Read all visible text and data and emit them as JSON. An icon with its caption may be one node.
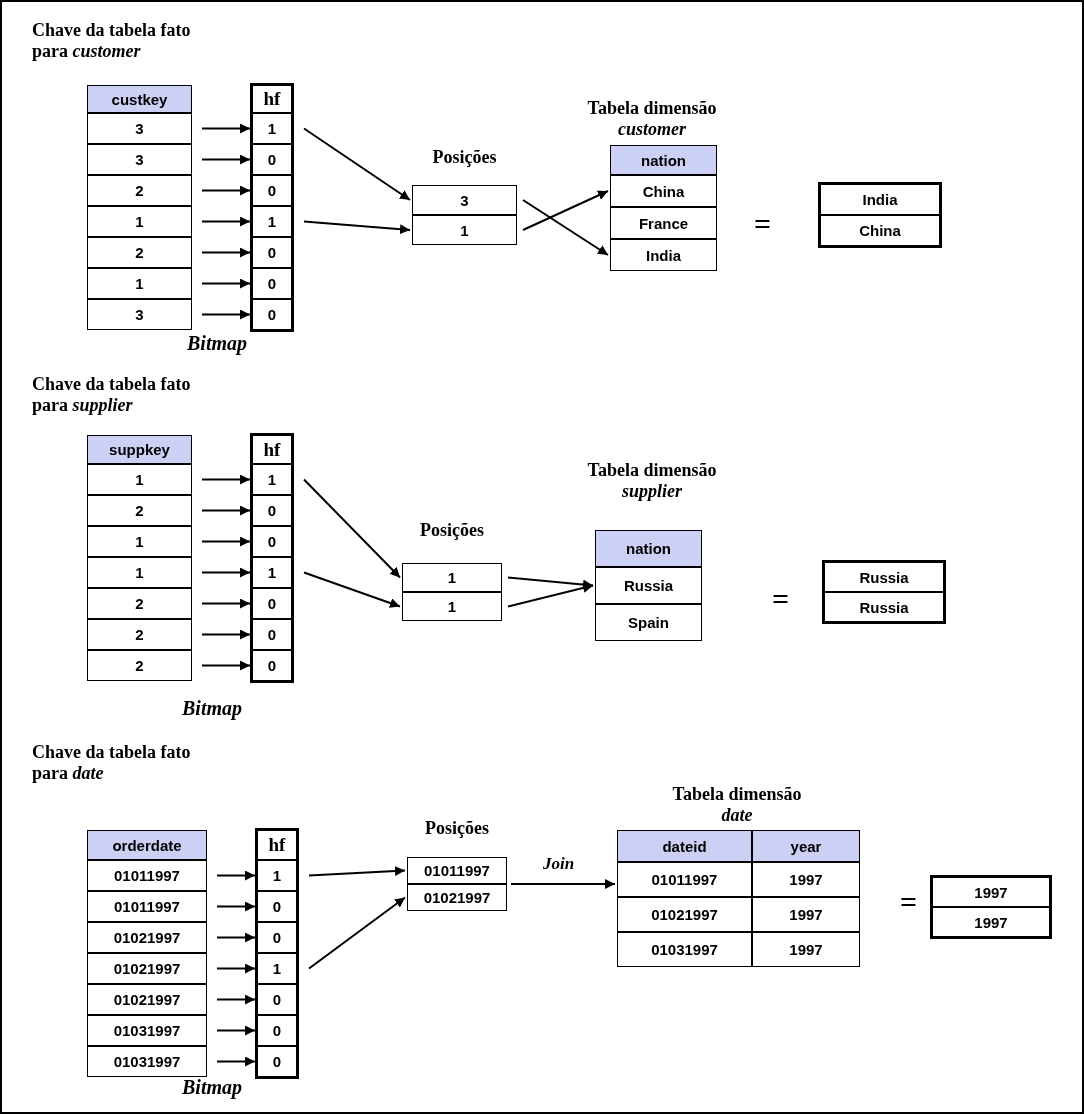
{
  "diagram": {
    "nodes": [
      {
        "text": [
          "Chave da tabela fato para *customer*"
        ]
      },
      {
        "text": [
          "custkey"
        ],
        "in": 0
      },
      {
        "text": [
          "3"
        ],
        "in": 0
      },
      {
        "text": [
          "3"
        ],
        "in": 0
      },
      {
        "text": [
          "2"
        ],
        "in": 0
      },
      {
        "text": [
          "1"
        ],
        "in": 0
      },
      {
        "text": [
          "2"
        ],
        "in": 0
      },
      {
        "text": [
          "1"
        ],
        "in": 0
      },
      {
        "text": [
          "3"
        ],
        "in": 0
      },
      {
        "text": [],
        "shape": "box"
      },
      {
        "text": [
          "hf"
        ],
        "in": 9
      },
      {
        "text": [
          "1"
        ],
        "in": 9
      },
      {
        "text": [
          "0"
        ],
        "in": 9
      },
      {
        "text": [
          "0"
        ],
        "in": 9
      },
      {
        "text": [
          "1"
        ],
        "in": 9
      },
      {
        "text": [
          "0"
        ],
        "in": 9
      },
      {
        "text": [
          "0"
        ],
        "in": 9
      },
      {
        "text": [
          "0"
        ],
        "in": 9
      },
      {
        "text": [
          "Posições"
        ]
      },
      {
        "text": [
          "3"
        ],
        "in": 18
      },
      {
        "text": [
          "1"
        ],
        "in": 18
      },
      {
        "text": [
          "Tabela dimensão *customer*"
        ]
      },
      {
        "text": [
          "nation"
        ],
        "in": 21
      },
      {
        "text": [
          "China"
        ],
        "in": 21
      },
      {
        "text": [
          "France"
        ],
        "in": 21
      },
      {
        "text": [
          "India"
        ],
        "in": 21
      },
      {
        "text": [],
        "shape": "box"
      },
      {
        "text": [
          "India"
        ],
        "in": 26
      },
      {
        "text": [
          "China"
        ],
        "in": 26
      },
      {
        "text": [
          "Chave da tabela fato para *supplier*"
        ]
      },
      {
        "text": [
          "suppkey"
        ],
        "in": 29
      },
      {
        "text": [
          "1"
        ],
        "in": 29
      },
      {
        "text": [
          "2"
        ],
        "in": 29
      },
      {
        "text": [
          "1"
        ],
        "in": 29
      },
      {
        "text": [
          "1"
        ],
        "in": 29
      },
      {
        "text": [
          "2"
        ],
        "in": 29
      },
      {
        "text": [
          "2"
        ],
        "in": 29
      },
      {
        "text": [
          "2"
        ],
        "in": 29
      },
      {
        "text": [],
        "shape": "box"
      },
      {
        "text": [
          "hf"
        ],
        "in": 38
      },
      {
        "text": [
          "1"
        ],
        "in": 38
      },
      {
        "text": [
          "0"
        ],
        "in": 38
      },
      {
        "text": [
          "0"
        ],
        "in": 38
      },
      {
        "text": [
          "1"
        ],
        "in": 38
      },
      {
        "text": [
          "0"
        ],
        "in": 38
      },
      {
        "text": [
          "0"
        ],
        "in": 38
      },
      {
        "text": [
          "0"
        ],
        "in": 38
      },
      {
        "text": [
          "Posições"
        ]
      },
      {
        "text": [
          "1"
        ],
        "in": 47
      },
      {
        "text": [
          "1"
        ],
        "in": 47
      },
      {
        "text": [
          "Tabela dimensão *supplier*"
        ]
      },
      {
        "text": [
          "nation"
        ],
        "in": 50
      },
      {
        "text": [
          "Russia"
        ],
        "in": 50
      },
      {
        "text": [
          "Spain"
        ],
        "in": 50
      },
      {
        "text": [],
        "shape": "box"
      },
      {
        "text": [
          "Russia"
        ],
        "in": 54
      },
      {
        "text": [
          "Russia"
        ],
        "in": 54
      },
      {
        "text": [
          "Chave da tabela fato para *date*"
        ]
      },
      {
        "text": [
          "orderdate"
        ],
        "in": 57
      },
      {
        "text": [
          "01011997"
        ],
        "in": 57
      },
      {
        "text": [
          "01011997"
        ],
        "in": 57
      },
      {
        "text": [
          "01021997"
        ],
        "in": 57
      },
      {
        "text": [
          "01021997"
        ],
        "in": 57
      },
      {
        "text": [
          "01021997"
        ],
        "in": 57
      },
      {
        "text": [
          "01031997"
        ],
        "in": 57
      },
      {
        "text": [
          "01031997"
        ],
        "in": 57
      },
      {
        "text": [],
        "shape": "box"
      },
      {
        "text": [
          "hf"
        ],
        "in": 66
      },
      {
        "text": [
          "1"
        ],
        "in": 66
      },
      {
        "text": [
          "0"
        ],
        "in": 66
      },
      {
        "text": [
          "0"
        ],
        "in": 66
      },
      {
        "text": [
          "1"
        ],
        "in": 66
      },
      {
        "text": [
          "0"
        ],
        "in": 66
      },
      {
        "text": [
          "0"
        ],
        "in": 66
      },
      {
        "text": [
          "0"
        ],
        "in": 66
      },
      {
        "text": [
          "Posições"
        ]
      },
      {
        "text": [
          "01011997"
        ],
        "in": 75
      },
      {
        "text": [
          "01021997"
        ],
        "in": 75
      },
      {
        "text": [
          "Tabela dimensão *date*"
        ]
      },
      {
        "text": [
          "dateid"
        ],
        "in": 78
      },
      {
        "text": [
          "year"
        ],
        "in": 78
      },
      {
        "text": [
          "01011997"
        ],
        "in": 78
      },
      {
        "text": [
          "1997"
        ],
        "in": 78
      },
      {
        "text": [
          "01021997"
        ],
        "in": 78
      },
      {
        "text": [
          "1997"
        ],
        "in": 78
      },
      {
        "text": [
          "01031997"
        ],
        "in": 78
      },
      {
        "text": [
          "1997"
        ],
        "in": 78
      },
      {
        "text": [],
        "shape": "box"
      },
      {
        "text": [
          "1997"
        ],
        "in": 87
      },
      {
        "text": [
          "1997"
        ],
        "in": 87
      }
    ],
    "edges": [
      {
        "from": 2,
        "to": 11,
        "arrow": "to"
      },
      {
        "from": 3,
        "to": 12,
        "arrow": "to"
      },
      {
        "from": 4,
        "to": 13,
        "arrow": "to"
      },
      {
        "from": 5,
        "to": 14,
        "arrow": "to"
      },
      {
        "from": 6,
        "to": 15,
        "arrow": "to"
      },
      {
        "from": 7,
        "to": 16,
        "arrow": "to"
      },
      {
        "from": 8,
        "to": 17,
        "arrow": "to"
      },
      {
        "from": 11,
        "to": 19,
        "arrow": "to"
      },
      {
        "from": 14,
        "to": 20,
        "arrow": "to"
      },
      {
        "from": 19,
        "to": 25,
        "arrow": "to"
      },
      {
        "from": 20,
        "to": 23,
        "arrow": "to"
      },
      {
        "from": 31,
        "to": 40,
        "arrow": "to"
      },
      {
        "from": 32,
        "to": 41,
        "arrow": "to"
      },
      {
        "from": 33,
        "to": 42,
        "arrow": "to"
      },
      {
        "from": 34,
        "to": 43,
        "arrow": "to"
      },
      {
        "from": 35,
        "to": 44,
        "arrow": "to"
      },
      {
        "from": 36,
        "to": 45,
        "arrow": "to"
      },
      {
        "from": 37,
        "to": 46,
        "arrow": "to"
      },
      {
        "from": 40,
        "to": 48,
        "arrow": "to"
      },
      {
        "from": 43,
        "to": 49,
        "arrow": "to"
      },
      {
        "from": 48,
        "to": 52,
        "arrow": "to"
      },
      {
        "from": 49,
        "to": 52,
        "arrow": "to"
      },
      {
        "from": 59,
        "to": 68,
        "arrow": "to"
      },
      {
        "from": 60,
        "to": 69,
        "arrow": "to"
      },
      {
        "from": 61,
        "to": 70,
        "arrow": "to"
      },
      {
        "from": 62,
        "to": 71,
        "arrow": "to"
      },
      {
        "from": 63,
        "to": 72,
        "arrow": "to"
      },
      {
        "from": 64,
        "to": 73,
        "arrow": "to"
      },
      {
        "from": 65,
        "to": 74,
        "arrow": "to"
      },
      {
        "from": 68,
        "to": 76,
        "arrow": "to"
      },
      {
        "from": 71,
        "to": 77,
        "arrow": "to"
      },
      {
        "from": 75,
        "to": 78,
        "arrow": "to",
        "label": "Join"
      }
    ],
    "labels": [
      "Bitmap",
      "=",
      "Bitmap",
      "=",
      "Bitmap",
      "="
    ]
  }
}
